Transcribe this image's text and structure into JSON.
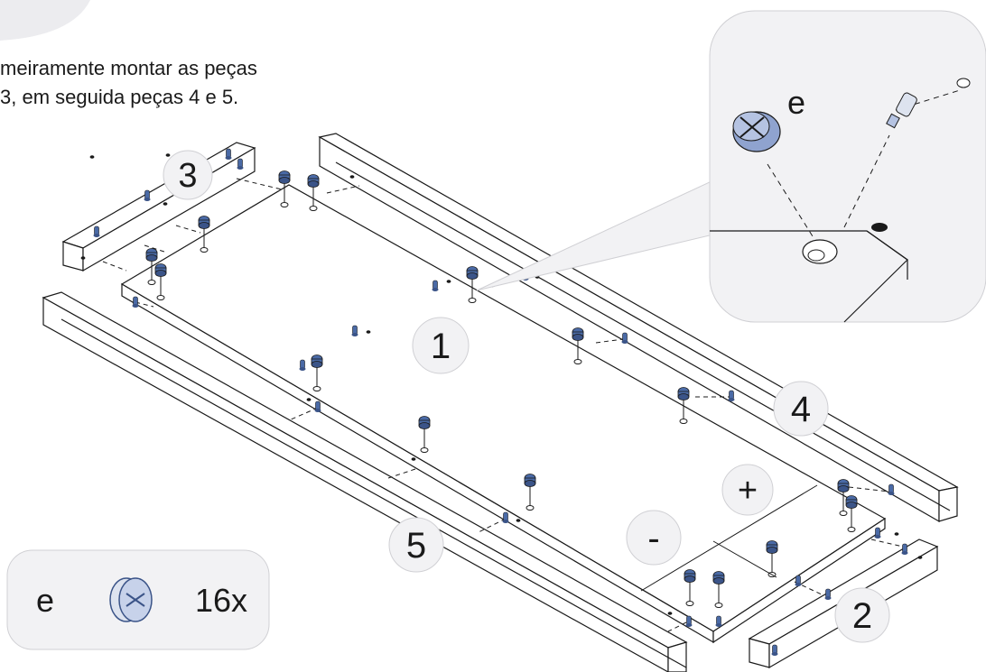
{
  "instruction": {
    "line1": "meiramente montar as peças",
    "line2": "3, em seguida peças 4 e 5."
  },
  "parts": {
    "p1": "1",
    "p2": "2",
    "p3": "3",
    "p4": "4",
    "p5": "5"
  },
  "markers": {
    "plus": "+",
    "minus": "-"
  },
  "detail": {
    "label": "e"
  },
  "legend": {
    "label": "e",
    "count": "16x",
    "icon": "cam-lock-fitting-icon"
  },
  "colors": {
    "fitting_blue": "#4a6aa6",
    "line": "#1a1a1a",
    "panel_bg": "#f2f2f4"
  }
}
